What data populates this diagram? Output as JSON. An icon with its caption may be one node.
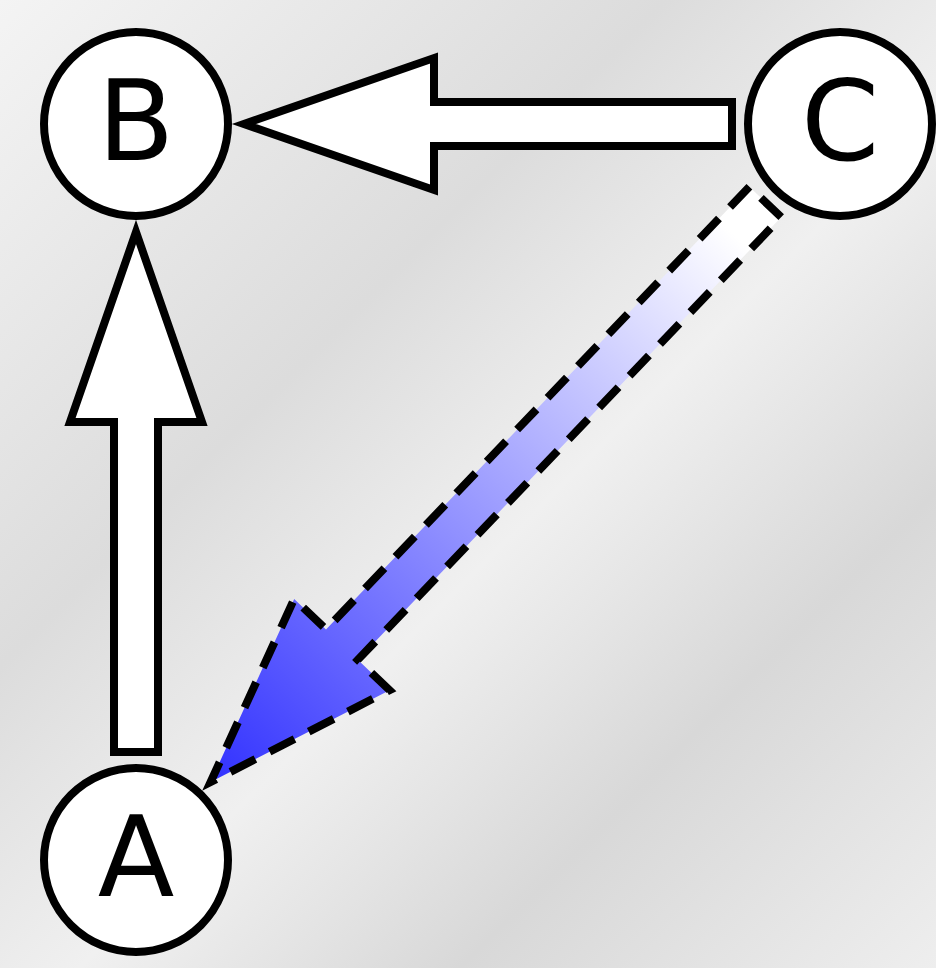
{
  "diagram": {
    "nodes": [
      {
        "text": [
          "B"
        ]
      },
      {
        "text": [
          "C"
        ]
      },
      {
        "text": [
          "A"
        ]
      }
    ],
    "edges": [
      {
        "from": 2,
        "to": 0,
        "arrow": "to"
      },
      {
        "from": 1,
        "to": 0,
        "arrow": "to"
      },
      {
        "from": 1,
        "to": 2,
        "arrow": "to",
        "style": "dashed",
        "color": "#3030ff"
      }
    ]
  }
}
